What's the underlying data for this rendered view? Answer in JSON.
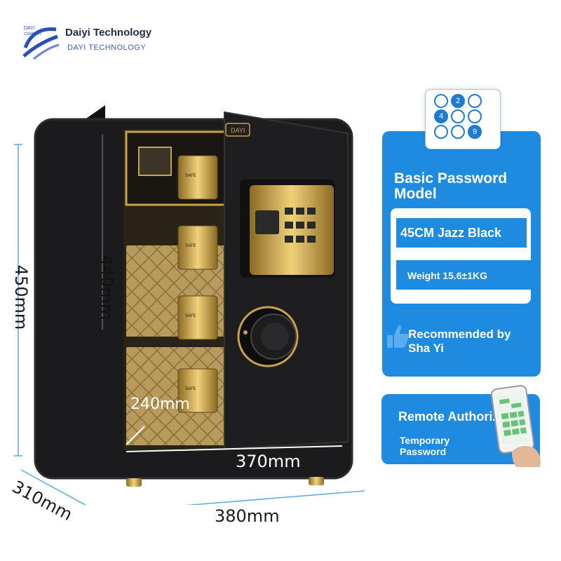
{
  "brand": {
    "name": "Daiyi Technology",
    "subtitle": "DAYI TECHNOLOGY",
    "logo_text_top": "DAYI",
    "logo_text_bottom": "COMPANY"
  },
  "product": {
    "door_badge": "DAYI",
    "hinge_label": "SAFE"
  },
  "dimensions": {
    "outer_height": "450mm",
    "inner_height": "440mm",
    "depth": "310mm",
    "outer_width": "380mm",
    "inner_width": "370mm",
    "inner_depth": "240mm"
  },
  "features": {
    "keypad_digits": [
      "2",
      "4",
      "9"
    ],
    "title": "Basic Password Model",
    "model_name": "45CM Jazz Black",
    "weight": "Weight 15.6±1KG",
    "recommended": "Recommended by Sha Yi",
    "remote_title": "Remote Authorization",
    "temporary": "Temporary Password"
  },
  "colors": {
    "accent_blue": "#1e8ae0",
    "safe_black": "#1b1b1d",
    "gold": "#c9a24a"
  }
}
